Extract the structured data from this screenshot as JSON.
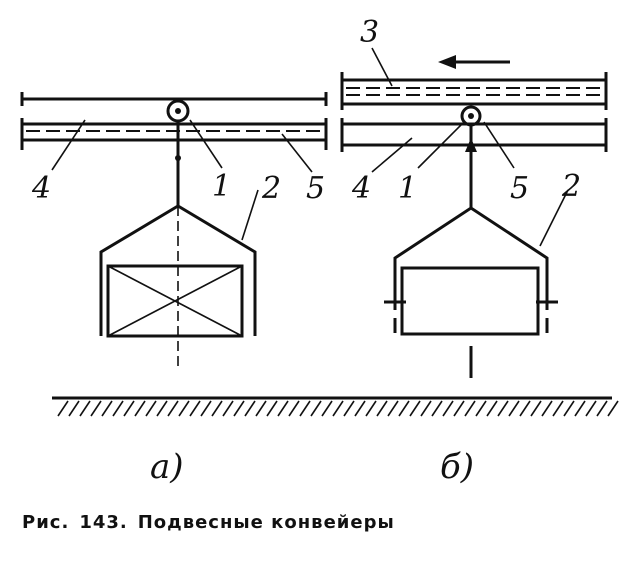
{
  "caption": {
    "figure_label": "Рис.",
    "figure_number": "143.",
    "title": "Подвесные конвейеры"
  },
  "variant_a": {
    "sublabel": "а)",
    "callouts": {
      "c4": "4",
      "c1": "1",
      "c2": "2",
      "c5": "5"
    }
  },
  "variant_b": {
    "sublabel": "б)",
    "callouts": {
      "c3": "3",
      "c4": "4",
      "c1": "1",
      "c5": "5",
      "c2": "2"
    }
  }
}
